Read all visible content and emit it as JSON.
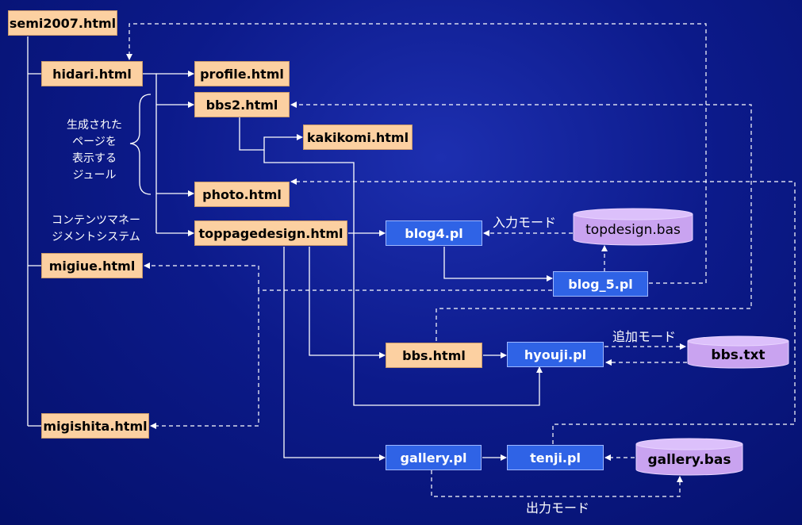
{
  "pages": {
    "semi2007": "semi2007.html",
    "hidari": "hidari.html",
    "profile": "profile.html",
    "bbs2": "bbs2.html",
    "kakikomi": "kakikomi.html",
    "photo": "photo.html",
    "toppagedesign": "toppagedesign.html",
    "migiue": "migiue.html",
    "migishita": "migishita.html",
    "bbs": "bbs.html"
  },
  "scripts": {
    "blog4": "blog4.pl",
    "blog5": "blog_5.pl",
    "hyouji": "hyouji.pl",
    "gallery": "gallery.pl",
    "tenji": "tenji.pl"
  },
  "databases": {
    "topdesign": "topdesign.bas",
    "bbs_txt": "bbs.txt",
    "gallery_bas": "gallery.bas"
  },
  "labels": {
    "generated_pages": [
      "生成された",
      "ページを",
      "表示する",
      "ジュール"
    ],
    "cms": [
      "コンテンツマネー",
      "ジメントシステム"
    ],
    "input_mode": "入力モード",
    "add_mode": "追加モード",
    "output_mode": "出力モード"
  },
  "colors": {
    "page_fill": "#fcd0a1",
    "script_fill": "#2f63e6",
    "db_fill": "#c9a3f0",
    "line": "#ffffff"
  }
}
